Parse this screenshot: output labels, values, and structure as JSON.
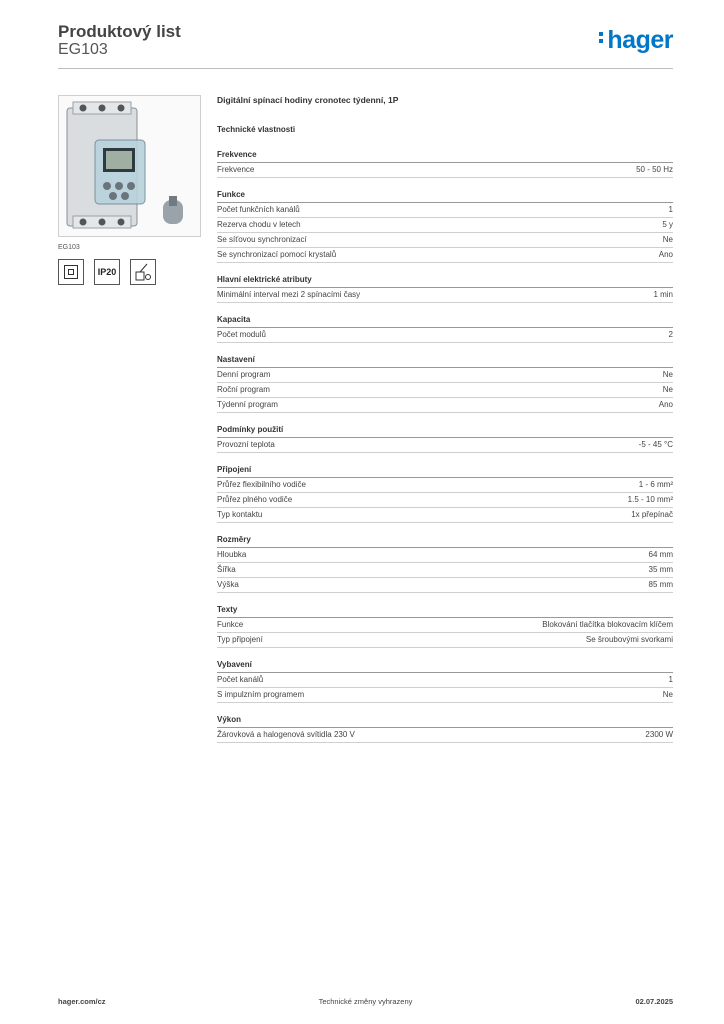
{
  "header": {
    "title": "Produktový list",
    "subtitle": "EG103",
    "logo": "hager"
  },
  "left": {
    "image_caption": "EG103",
    "icons": [
      "class-ii-double-square-icon",
      "ip20-icon",
      "timer-switch-icon"
    ],
    "ip_label": "IP20"
  },
  "product": {
    "name": "Digitální spínací hodiny cronotec týdenní, 1P",
    "section": "Technické vlastnosti"
  },
  "groups": [
    {
      "title": "Frekvence",
      "rows": [
        {
          "label": "Frekvence",
          "value": "50 - 50 Hz"
        }
      ]
    },
    {
      "title": "Funkce",
      "rows": [
        {
          "label": "Počet funkčních kanálů",
          "value": "1"
        },
        {
          "label": "Rezerva chodu v letech",
          "value": "5 y"
        },
        {
          "label": "Se síťovou synchronizací",
          "value": "Ne"
        },
        {
          "label": "Se synchronizací pomocí krystalů",
          "value": "Ano"
        }
      ]
    },
    {
      "title": "Hlavní elektrické atributy",
      "rows": [
        {
          "label": "Minimální interval mezi 2 spínacími časy",
          "value": "1 min"
        }
      ]
    },
    {
      "title": "Kapacita",
      "rows": [
        {
          "label": "Počet modulů",
          "value": "2"
        }
      ]
    },
    {
      "title": "Nastavení",
      "rows": [
        {
          "label": "Denní program",
          "value": "Ne"
        },
        {
          "label": "Roční program",
          "value": "Ne"
        },
        {
          "label": "Týdenní program",
          "value": "Ano"
        }
      ]
    },
    {
      "title": "Podmínky použití",
      "rows": [
        {
          "label": "Provozní teplota",
          "value": "-5 - 45 °C"
        }
      ]
    },
    {
      "title": "Připojení",
      "rows": [
        {
          "label": "Průřez flexibilního vodiče",
          "value": "1 - 6 mm²"
        },
        {
          "label": "Průřez plného vodiče",
          "value": "1.5 - 10 mm²"
        },
        {
          "label": "Typ kontaktu",
          "value": "1x přepínač"
        }
      ]
    },
    {
      "title": "Rozměry",
      "rows": [
        {
          "label": "Hloubka",
          "value": "64 mm"
        },
        {
          "label": "Šířka",
          "value": "35 mm"
        },
        {
          "label": "Výška",
          "value": "85 mm"
        }
      ]
    },
    {
      "title": "Texty",
      "rows": [
        {
          "label": "Funkce",
          "value": "Blokování tlačítka blokovacím klíčem"
        },
        {
          "label": "Typ připojení",
          "value": "Se šroubovými svorkami"
        }
      ]
    },
    {
      "title": "Vybavení",
      "rows": [
        {
          "label": "Počet kanálů",
          "value": "1"
        },
        {
          "label": "S impulzním programem",
          "value": "Ne"
        }
      ]
    },
    {
      "title": "Výkon",
      "rows": [
        {
          "label": "Žárovková a halogenová svítidla 230 V",
          "value": "2300 W"
        }
      ]
    }
  ],
  "footer": {
    "left": "hager.com/cz",
    "center": "Technické změny vyhrazeny",
    "right": "02.07.2025"
  },
  "colors": {
    "brand": "#0077c8",
    "text": "#3a3a3a",
    "rule": "#cfcfcf"
  }
}
